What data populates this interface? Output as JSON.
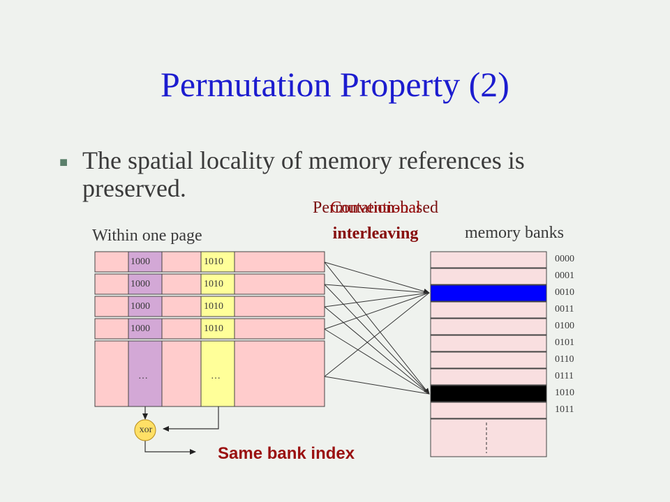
{
  "slide": {
    "title": "Permutation Property (2)",
    "bullet": "The spatial locality of memory references is preserved."
  },
  "labels": {
    "permutation_based": "Permutation-based",
    "conventional": "Conventional",
    "interleaving": "interleaving",
    "within_one_page": "Within one page",
    "memory_banks": "memory banks",
    "same_bank_index": "Same bank index",
    "xor": "xor",
    "ellipsis": "…"
  },
  "page": {
    "column_a_values": [
      "1000",
      "1000",
      "1000",
      "1000"
    ],
    "column_b_values": [
      "1010",
      "1010",
      "1010",
      "1010"
    ]
  },
  "banks": {
    "indices": [
      "0000",
      "0001",
      "0010",
      "0011",
      "0100",
      "0101",
      "0110",
      "0111",
      "1010",
      "1011"
    ]
  },
  "colors": {
    "title": "#1c1ccf",
    "page_fill": "#ffcccc",
    "column_a_fill": "#d3a8d6",
    "column_b_fill": "#ffff99",
    "bank_fill": "#f9dfe0",
    "bank_highlight_blue": "#0000ff",
    "bank_highlight_black": "#000000",
    "label_red": "#9a1010",
    "xor_fill": "#ffe066"
  }
}
